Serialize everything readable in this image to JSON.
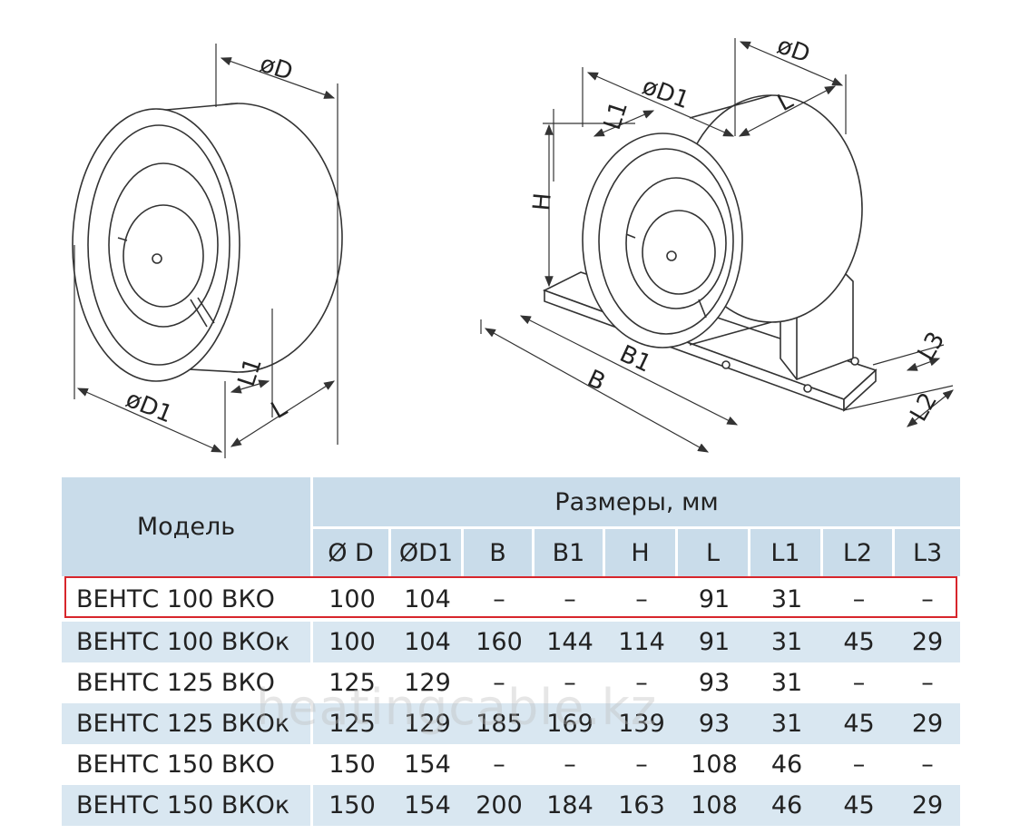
{
  "drawing": {
    "fan_left": {
      "dim_d": "øD",
      "dim_d1": "øD1",
      "dim_l": "L",
      "dim_l1": "L1"
    },
    "fan_right": {
      "dim_d": "øD",
      "dim_d1": "øD1",
      "dim_l": "L",
      "dim_l1": "L1",
      "dim_h": "H",
      "dim_b": "B",
      "dim_b1": "B1",
      "dim_l2": "L2",
      "dim_l3": "L3"
    },
    "line_color": "#333333"
  },
  "table": {
    "model_header": "Модель",
    "group_header": "Размеры, мм",
    "columns": [
      "Ø D",
      "ØD1",
      "B",
      "B1",
      "H",
      "L",
      "L1",
      "L2",
      "L3"
    ],
    "rows": [
      {
        "model": "ВЕНТС 100 ВКО",
        "values": [
          "100",
          "104",
          "–",
          "–",
          "–",
          "91",
          "31",
          "–",
          "–"
        ]
      },
      {
        "model": "ВЕНТС 100 ВКОк",
        "values": [
          "100",
          "104",
          "160",
          "144",
          "114",
          "91",
          "31",
          "45",
          "29"
        ]
      },
      {
        "model": "ВЕНТС 125 ВКО",
        "values": [
          "125",
          "129",
          "–",
          "–",
          "–",
          "93",
          "31",
          "–",
          "–"
        ]
      },
      {
        "model": "ВЕНТС 125 ВКОк",
        "values": [
          "125",
          "129",
          "185",
          "169",
          "139",
          "93",
          "31",
          "45",
          "29"
        ]
      },
      {
        "model": "ВЕНТС 150 ВКО",
        "values": [
          "150",
          "154",
          "–",
          "–",
          "–",
          "108",
          "46",
          "–",
          "–"
        ]
      },
      {
        "model": "ВЕНТС 150 ВКОк",
        "values": [
          "150",
          "154",
          "200",
          "184",
          "163",
          "108",
          "46",
          "45",
          "29"
        ]
      }
    ],
    "header_color": "#c9dcea",
    "stripe_color": "#d9e7f1",
    "highlight_color": "#d7262c"
  },
  "watermark": "heatingcable.kz"
}
